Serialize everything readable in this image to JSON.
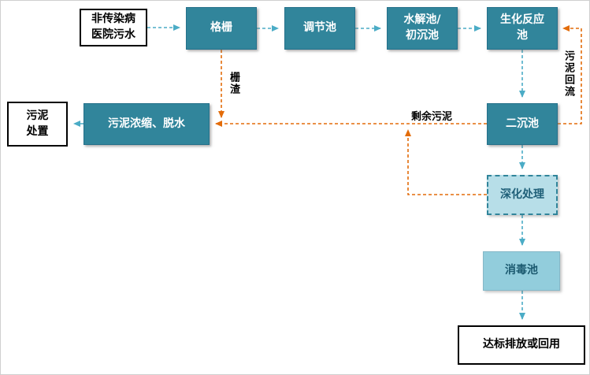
{
  "nodes": {
    "source": "非传染病\n医院污水",
    "grid": "格栅",
    "regulating_tank": "调节池",
    "hydrolysis_tank": "水解池/\n初沉池",
    "bio_reactor": "生化反应\n池",
    "secondary_sedimentation": "二沉池",
    "advanced_treatment": "深化处理",
    "disinfection_tank": "消毒池",
    "discharge": "达标排放或回用",
    "sludge_dewatering": "污泥浓缩、脱水",
    "sludge_disposal": "污泥\n处置"
  },
  "edge_labels": {
    "grid_residue": "栅渣",
    "excess_sludge": "剩余污泥",
    "sludge_return": "污泥回流"
  },
  "colors": {
    "process_box_fill": "#31859B",
    "advanced_box_fill": "#B7DEE8",
    "disinfection_box_fill": "#92CDDC",
    "flow_arrow": "#4BACC6",
    "sludge_arrow": "#E36C0A",
    "box_text": "#FFFFFF",
    "label_text": "#000000"
  }
}
